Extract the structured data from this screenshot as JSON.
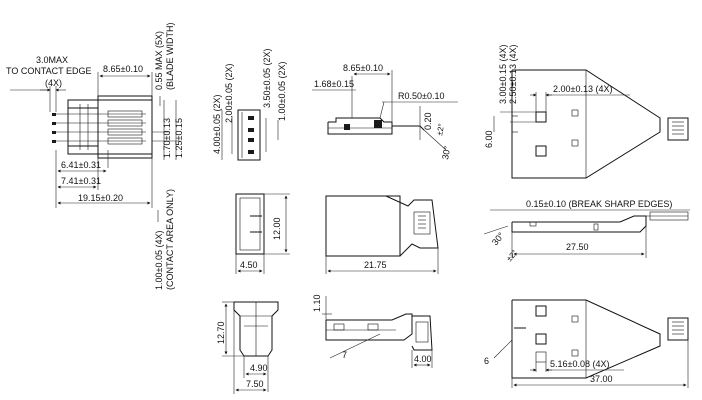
{
  "view1": {
    "max_label_1": "3.0MAX",
    "max_label_2": "TO CONTACT EDGE",
    "count_4x": "(4X)",
    "dim_865": "8.65±0.10",
    "dim_641": "6.41±0.31",
    "dim_741": "7.41±0.31",
    "dim_1915": "19.15±0.20",
    "dim_170": "1.70±0.13",
    "dim_125": "1.25±0.15",
    "blade_1": "0.55 MAX (5X)",
    "blade_2": "(BLADE WIDTH)",
    "contact_1": "1.00±0.05 (4X)",
    "contact_2": "(CONTACT AREA ONLY)"
  },
  "view2": {
    "dim_400": "4.00±0.05 (2X)",
    "dim_200": "2.00±0.05 (2X)",
    "dim_350": "3.50±0.05 (2X)",
    "dim_100": "1.00±0.05 (2X)"
  },
  "view3": {
    "dim_865": "8.65±0.10",
    "dim_168": "1.68±0.15",
    "radius": "R0.50±0.10",
    "dim_020": "0.20",
    "angle_2": "±2°",
    "angle_30": "30°"
  },
  "view4": {
    "dim_300": "3.00±0.15 (4X)",
    "dim_250": "2.50±0.13 (4X)",
    "dim_200": "2.00±0.13 (4X)",
    "dim_600": "6.00"
  },
  "view5": {
    "dim_1200": "12.00",
    "dim_450": "4.50"
  },
  "view6": {
    "dim_2175": "21.75"
  },
  "view7": {
    "note": "0.15±0.10 (BREAK SHARP EDGES)",
    "dim_2750": "27.50",
    "angle_30": "30°",
    "angle_2": "±2°"
  },
  "view8": {
    "dim_1270": "12.70",
    "dim_490": "4.90",
    "dim_750": "7.50"
  },
  "view9": {
    "dim_110": "1.10",
    "dim_7": "7",
    "dim_400": "4.00"
  },
  "view10": {
    "dim_6": "6",
    "dim_516": "5.16±0.08 (4X)",
    "dim_3700": "37.00"
  }
}
